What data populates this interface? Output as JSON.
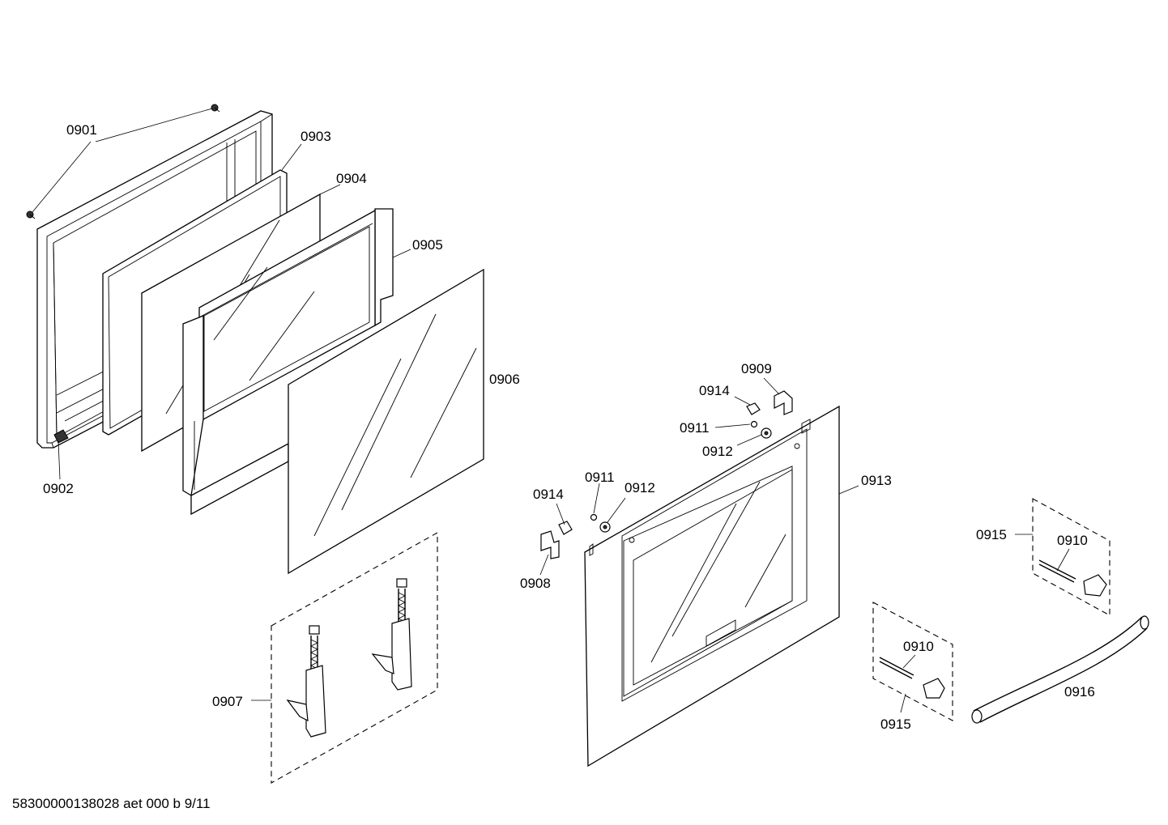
{
  "labels": {
    "p0901": "0901",
    "p0902": "0902",
    "p0903": "0903",
    "p0904": "0904",
    "p0905": "0905",
    "p0906": "0906",
    "p0907": "0907",
    "p0908": "0908",
    "p0909": "0909",
    "p0910_a": "0910",
    "p0910_b": "0910",
    "p0911_a": "0911",
    "p0911_b": "0911",
    "p0912_a": "0912",
    "p0912_b": "0912",
    "p0913": "0913",
    "p0914_a": "0914",
    "p0914_b": "0914",
    "p0915_a": "0915",
    "p0915_b": "0915",
    "p0916": "0916"
  },
  "footer": {
    "document_id": "58300000138028 aet 000 b 9/11"
  }
}
